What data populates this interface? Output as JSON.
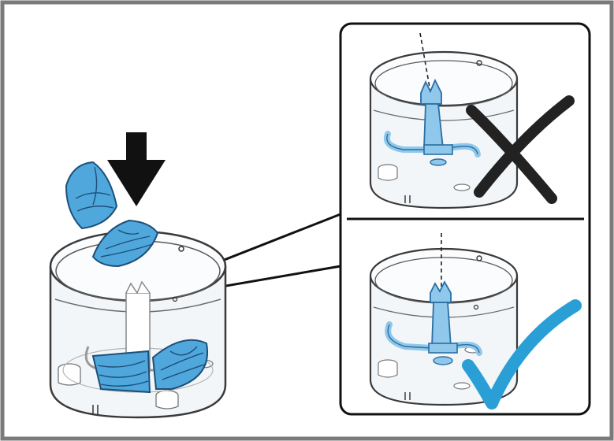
{
  "figure": {
    "main_scene": {
      "bowl": "chopper-bowl",
      "blade": "chopper-blade",
      "food": "food-pieces",
      "arrow": "down-arrow-icon"
    },
    "detail_panel": {
      "top_result": {
        "icon": "cross-icon",
        "state": "blade not seated",
        "color": "#222222"
      },
      "bottom_result": {
        "icon": "check-icon",
        "state": "blade seated",
        "color": "#2a9fd6"
      }
    },
    "colors": {
      "frame": "#7a7a7a",
      "blade_fill": "#8fc8ea",
      "blade_stroke": "#2a6ea3",
      "food_fill": "#4fa7dc",
      "bowl_stroke": "#3a3a3a",
      "bowl_fill": "#f3f6f8",
      "check": "#2a9fd6",
      "cross": "#222222"
    }
  }
}
